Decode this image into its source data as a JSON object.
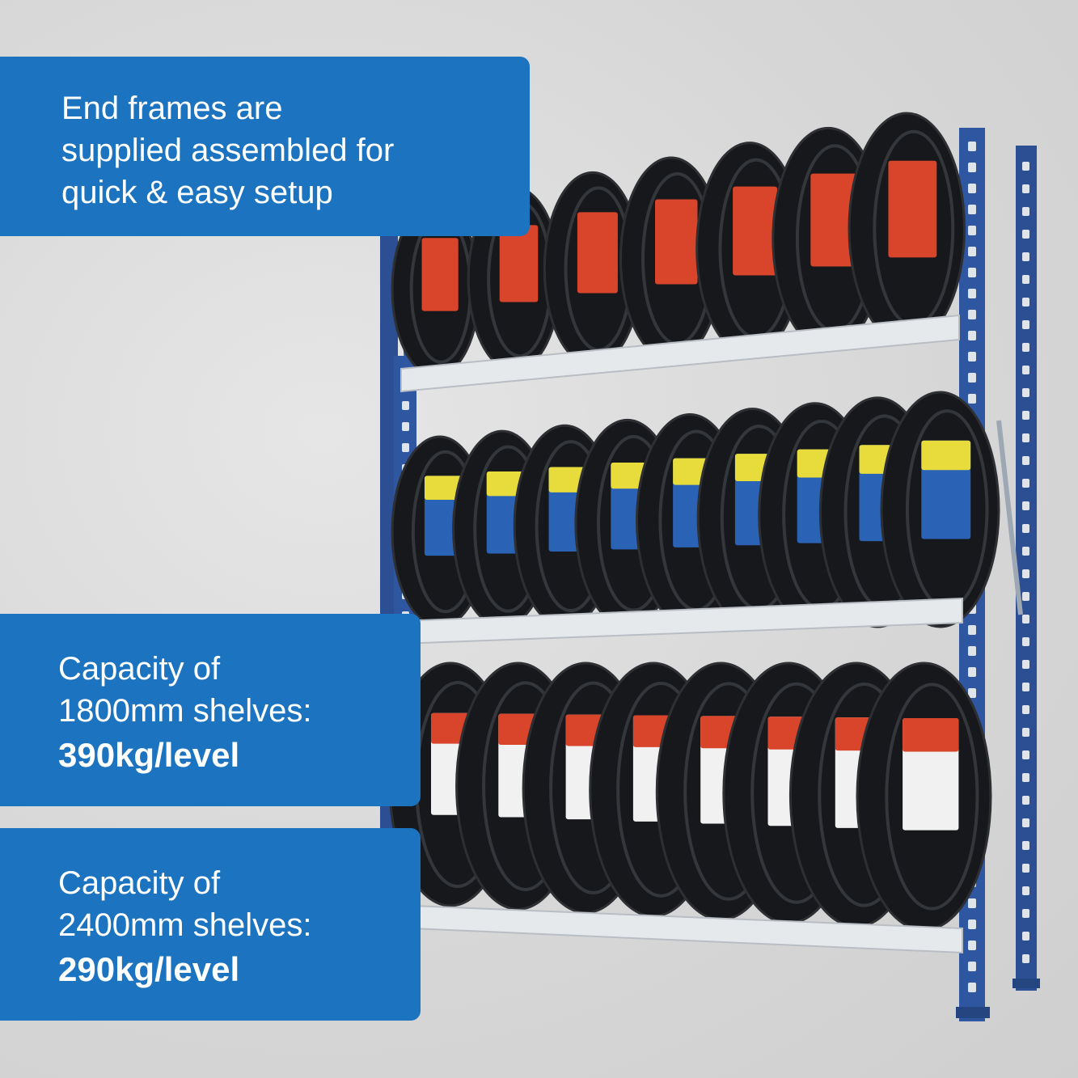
{
  "features": [
    {
      "lines": [
        "End frames are",
        "supplied assembled for",
        "quick & easy setup"
      ]
    },
    {
      "lines": [
        "Capacity of",
        "1800mm shelves:"
      ],
      "value": "390kg/level"
    },
    {
      "lines": [
        "Capacity of",
        "2400mm shelves:"
      ],
      "value": "290kg/level"
    }
  ],
  "colors": {
    "panel": "#1c73bf",
    "frame": "#2c4f94",
    "beam": "#e6e9ec",
    "tyre": "#17181b",
    "label_red": "#d8452a",
    "label_yellow": "#e7dc3b",
    "label_blue": "#2a63b6",
    "label_white": "#f1f1f1"
  }
}
